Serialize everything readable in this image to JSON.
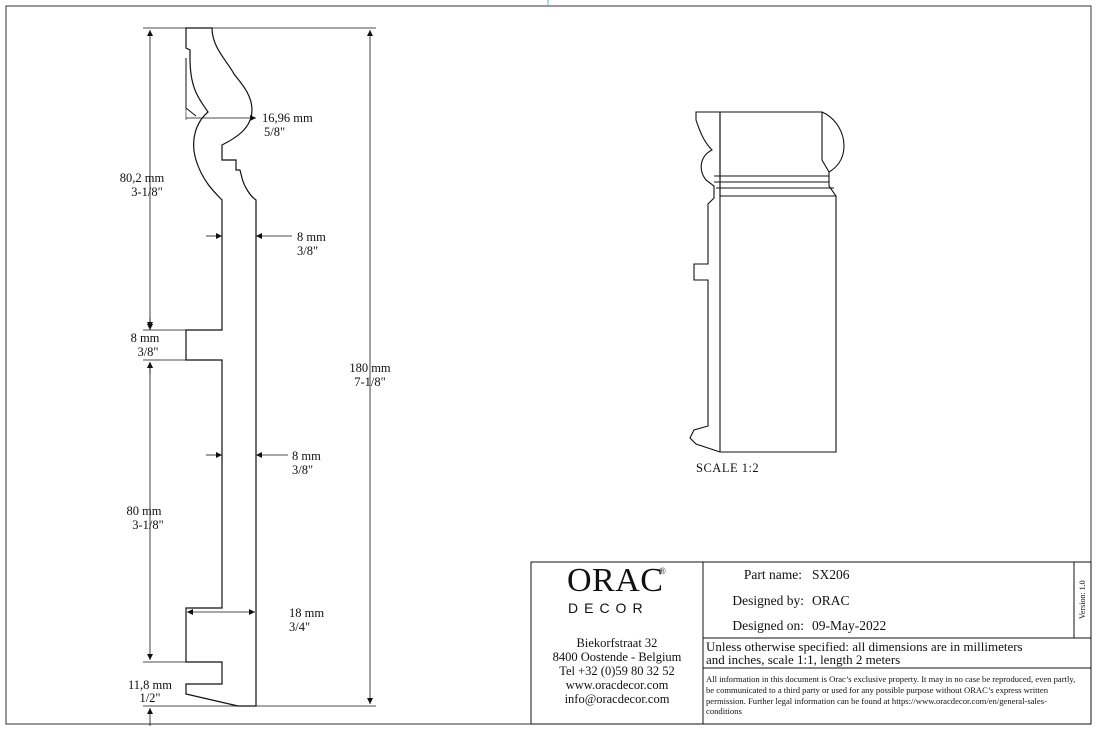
{
  "dimensions": {
    "top_width": {
      "mm": "16,96 mm",
      "inch": "5/8\""
    },
    "upper_height": {
      "mm": "80,2 mm",
      "inch": "3-1/8\""
    },
    "upper_thickness": {
      "mm": "8 mm",
      "inch": "3/8\""
    },
    "groove": {
      "mm": "8 mm",
      "inch": "3/8\""
    },
    "total_height": {
      "mm": "180 mm",
      "inch": "7-1/8\""
    },
    "lower_thickness": {
      "mm": "8 mm",
      "inch": "3/8\""
    },
    "lower_height": {
      "mm": "80 mm",
      "inch": "3-1/8\""
    },
    "base_width": {
      "mm": "18 mm",
      "inch": "3/4\""
    },
    "base_height": {
      "mm": "11,8 mm",
      "inch": "1/2\""
    }
  },
  "scale_label": "SCALE  1:2",
  "title_block": {
    "logo": {
      "brand": "ORAC",
      "registered": "®",
      "sub": "DECOR"
    },
    "address": [
      "Biekorfstraat 32",
      "8400 Oostende - Belgium",
      "Tel  +32 (0)59 80 32 52",
      "www.oracdecor.com",
      "info@oracdecor.com"
    ],
    "part_name_label": "Part name:",
    "part_name": "SX206",
    "designed_by_label": "Designed by:",
    "designed_by": "ORAC",
    "designed_on_label": "Designed on:",
    "designed_on": "09-May-2022",
    "version": "Version: 1.0",
    "spec_line1": "Unless otherwise specified: all dimensions are in millimeters",
    "spec_line2": "and inches, scale 1:1, length 2 meters",
    "legal": "All information in this document is Orac’s exclusive property.  It may in no case be reproduced, even partly, be communicated to a third party or used for any possible purpose without ORAC’s express written permission. Further legal information can be found at https://www.oracdecor.com/en/general-sales-conditions"
  }
}
